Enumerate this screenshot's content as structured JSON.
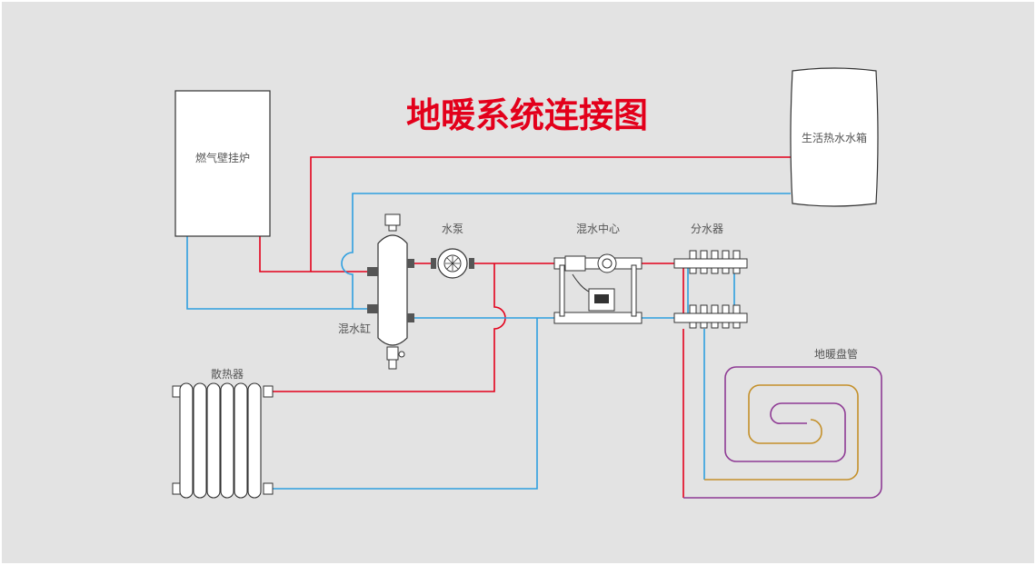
{
  "title": "地暖系统连接图",
  "labels": {
    "boiler": "燃气壁挂炉",
    "tank": "生活热水水箱",
    "pump": "水泵",
    "mixing_center": "混水中心",
    "manifold": "分水器",
    "mixing_tank": "混水缸",
    "radiator": "散热器",
    "floor_coil": "地暖盘管"
  },
  "colors": {
    "background": "#e3e3e3",
    "supply": "#e3001b",
    "return": "#2e9fe0",
    "coil_outer": "#8e3a94",
    "coil_inner": "#c4902a",
    "title": "#e3001b"
  }
}
